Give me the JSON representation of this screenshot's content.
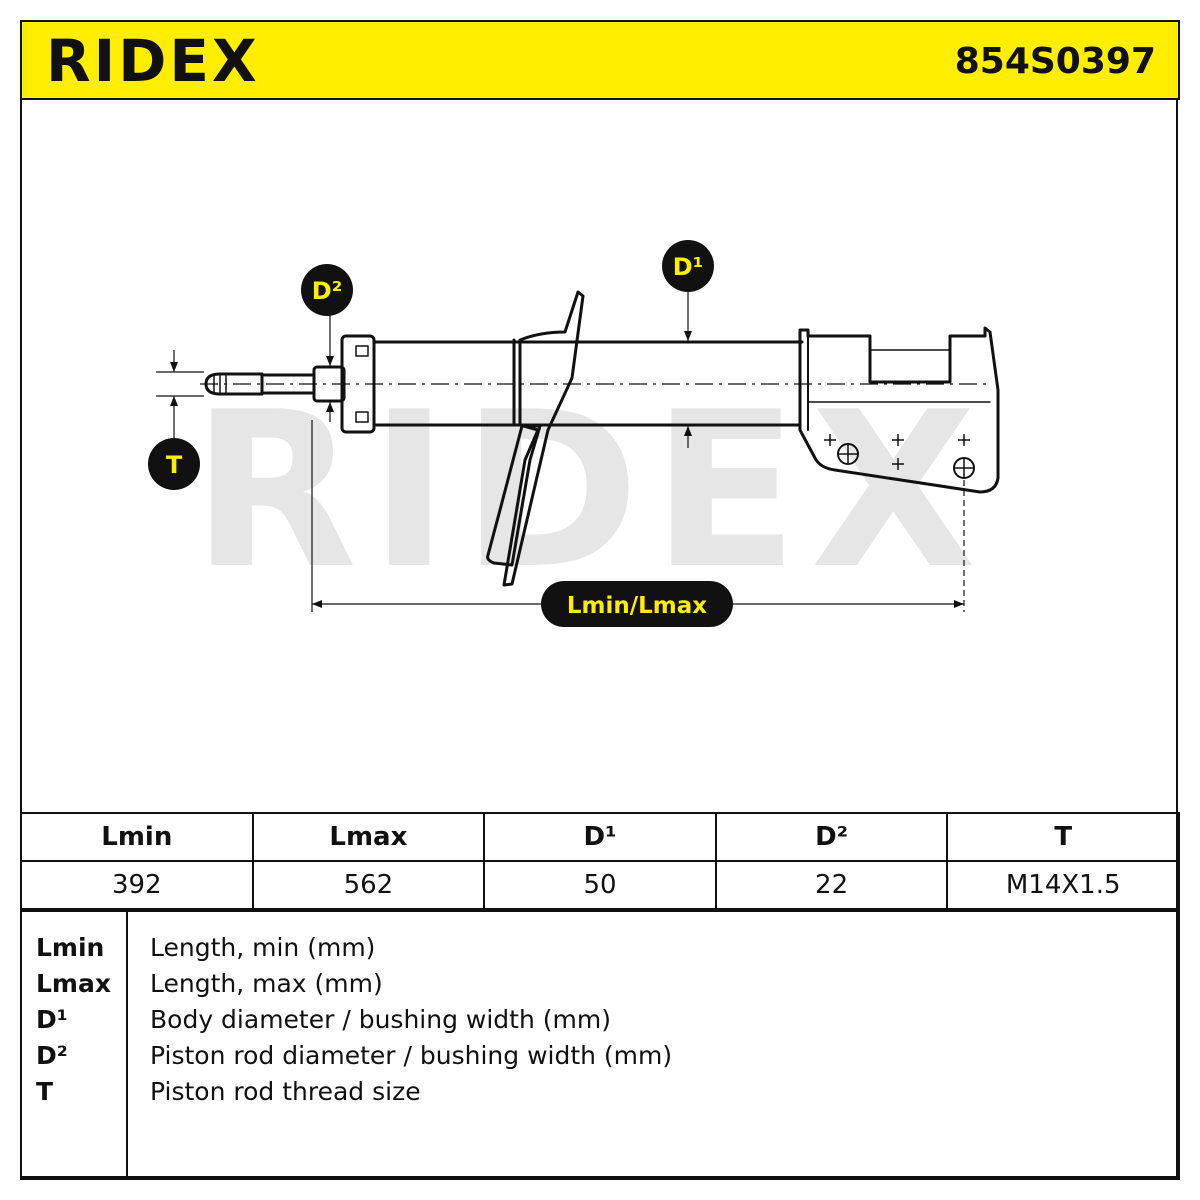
{
  "header": {
    "brand": "RIDEX",
    "part_number": "854S0397"
  },
  "diagram": {
    "watermark": "RIDEX",
    "labels": {
      "d1": "D¹",
      "d2": "D²",
      "t": "T",
      "length": "Lmin/Lmax"
    },
    "colors": {
      "accent": "#ffee00",
      "line": "#111111",
      "watermark": "#e6e6e6"
    }
  },
  "specs": {
    "headers": [
      "Lmin",
      "Lmax",
      "D¹",
      "D²",
      "T"
    ],
    "values": [
      "392",
      "562",
      "50",
      "22",
      "M14X1.5"
    ]
  },
  "legend": [
    {
      "key": "Lmin",
      "desc": "Length, min (mm)"
    },
    {
      "key": "Lmax",
      "desc": "Length, max (mm)"
    },
    {
      "key": "D¹",
      "desc": "Body diameter / bushing width (mm)"
    },
    {
      "key": "D²",
      "desc": "Piston rod diameter / bushing width (mm)"
    },
    {
      "key": "T",
      "desc": "Piston rod thread size"
    }
  ]
}
